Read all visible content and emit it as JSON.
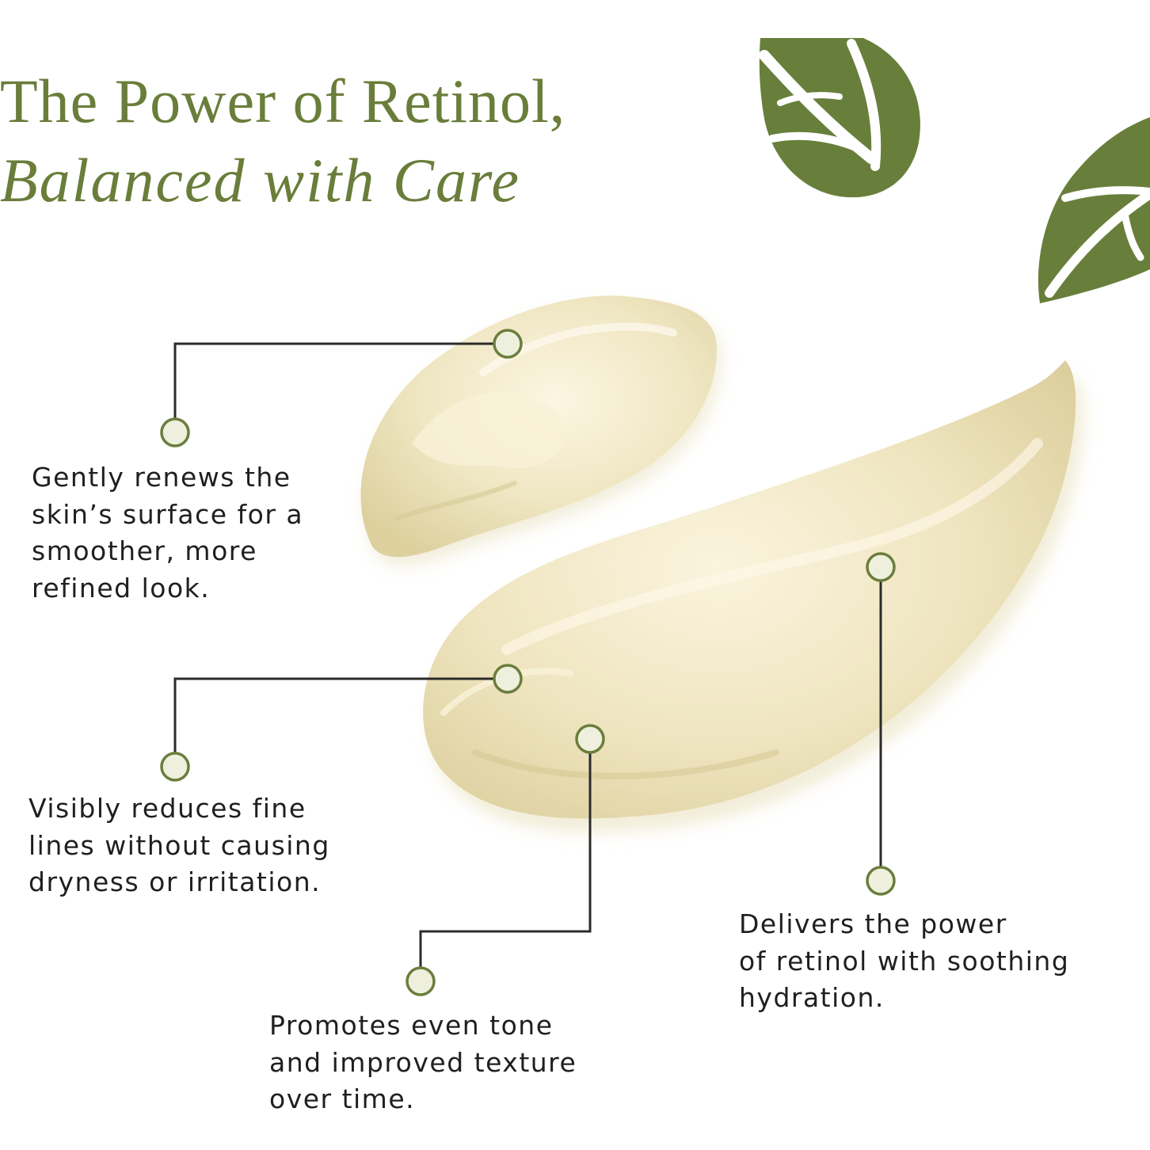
{
  "title": {
    "line1": "The Power of Retinol,",
    "line2": "Balanced with Care"
  },
  "benefits": [
    {
      "lines": [
        "Gently renews the",
        "skin’s surface for a",
        "smoother, more",
        "refined look."
      ]
    },
    {
      "lines": [
        "Visibly reduces fine",
        "lines without causing",
        "dryness or irritation."
      ]
    },
    {
      "lines": [
        "Promotes even tone",
        "and improved texture",
        "over time."
      ]
    },
    {
      "lines": [
        "Delivers the power",
        "of retinol with soothing",
        "hydration."
      ]
    }
  ],
  "colors": {
    "brand_green": "#6a7d3a",
    "leaf_green": "#687f3b",
    "cream": "#efe6c2",
    "connector_line": "#2b2b2b",
    "dot_fill": "#eef0dd",
    "dot_stroke": "#6b7d3c",
    "background": "#ffffff"
  },
  "icons": [
    "leaf-icon",
    "leaf-icon"
  ]
}
